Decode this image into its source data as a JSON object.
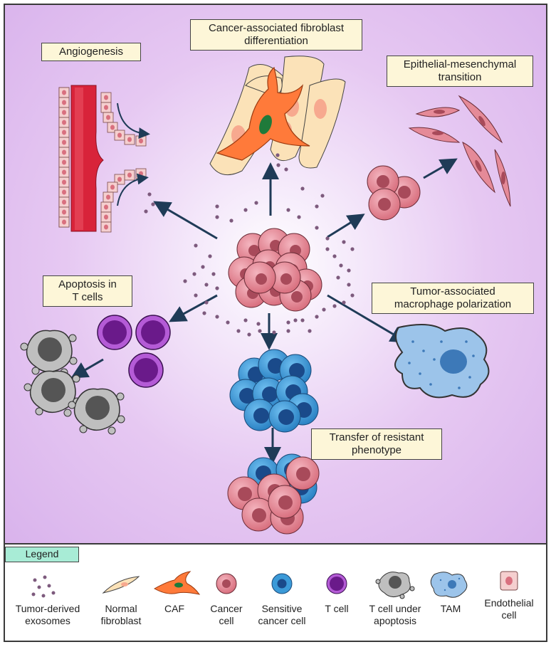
{
  "labels": {
    "angiogenesis": "Angiogenesis",
    "caf_differentiation": "Cancer-associated fibroblast\ndifferentiation",
    "emt": "Epithelial-mesenchymal\ntransition",
    "apoptosis": "Apoptosis in\nT cells",
    "tam_polarization": "Tumor-associated\nmacrophage polarization",
    "resistance": "Transfer of resistant\nphenotype"
  },
  "legend": {
    "title": "Legend",
    "items": [
      {
        "label": "Tumor-derived\nexosomes",
        "icon": "exosome-dots-icon"
      },
      {
        "label": "Normal\nfibroblast",
        "icon": "normal-fibroblast-icon"
      },
      {
        "label": "CAF",
        "icon": "caf-icon"
      },
      {
        "label": "Cancer\ncell",
        "icon": "cancer-cell-icon"
      },
      {
        "label": "Sensitive\ncancer cell",
        "icon": "sensitive-cancer-cell-icon"
      },
      {
        "label": "T cell",
        "icon": "t-cell-icon"
      },
      {
        "label": "T cell under\napoptosis",
        "icon": "apoptotic-t-cell-icon"
      },
      {
        "label": "TAM",
        "icon": "tam-icon"
      },
      {
        "label": "Endothelial\ncell",
        "icon": "endothelial-cell-icon"
      }
    ]
  },
  "colors": {
    "cancer_cell": "#e58a98",
    "sensitive_cell": "#3b9ad8",
    "t_cell": "#8a2fb5",
    "caf": "#ff7a3a",
    "fibroblast": "#fbe2b8",
    "tam": "#9cc4ea",
    "vessel": "#e0283c",
    "exosome": "#7d5a7d",
    "arrow": "#1f3b57",
    "legend_tab": "#a8ecd6",
    "label_box": "#fdf6d8"
  }
}
